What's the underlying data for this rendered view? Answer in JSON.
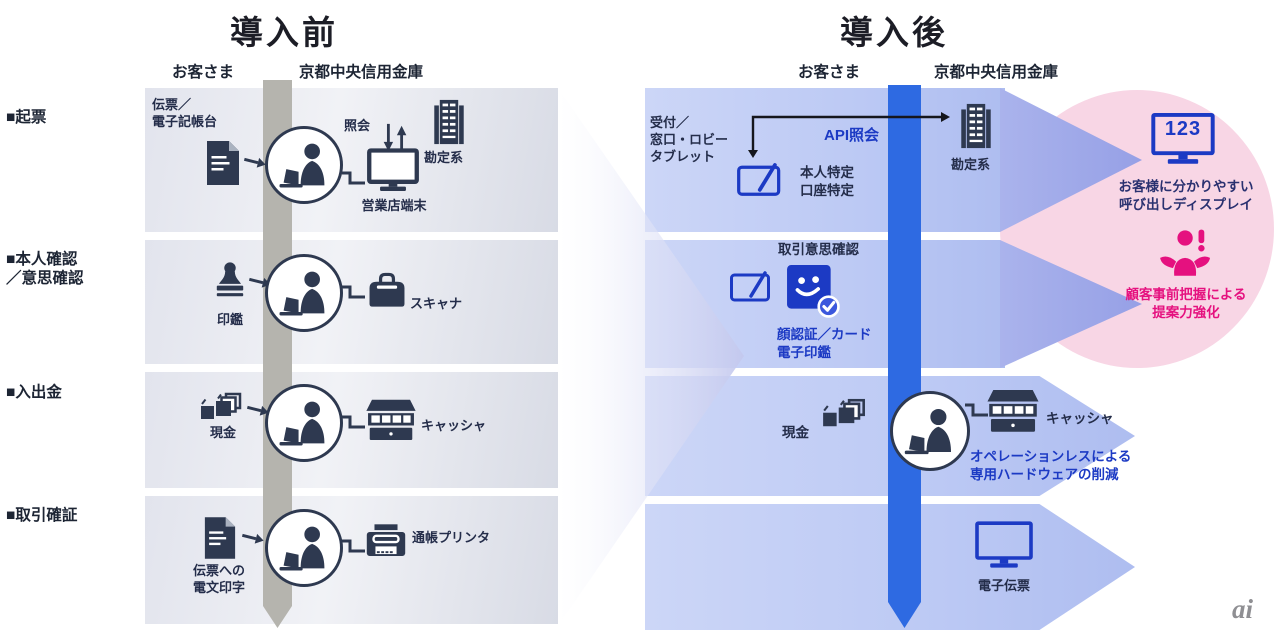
{
  "colors": {
    "navy": "#2e3950",
    "text-navy": "#242d4a",
    "blue": "#1c3ac4",
    "magenta": "#e5117f",
    "pink": "#f8d6e5",
    "gray-bar": "#b5b4ae",
    "blue-bar": "#2e6ae2",
    "title": "#1c1d26",
    "disp-navy": "#2a3170"
  },
  "categories": {
    "c1": "■起票",
    "c2_line1": "■本人確認",
    "c2_line2": "／意思確認",
    "c3": "■入出金",
    "c4": "■取引確証"
  },
  "before": {
    "title": "導入前",
    "customer_header": "お客さま",
    "bank_header": "京都中央信用金庫",
    "row1": {
      "item_line1": "伝票／",
      "item_line2": "電子記帳台",
      "inquiry_label": "照会",
      "core_system_label": "勘定系",
      "terminal_label": "営業店端末"
    },
    "row2": {
      "item_label": "印鑑",
      "device_label": "スキャナ"
    },
    "row3": {
      "item_label": "現金",
      "device_label": "キャッシャ"
    },
    "row4": {
      "item_line1": "伝票への",
      "item_line2": "電文印字",
      "device_label": "通帳プリンタ"
    }
  },
  "after": {
    "title": "導入後",
    "customer_header": "お客さま",
    "bank_header": "京都中央信用金庫",
    "row1": {
      "item_line1": "受付／",
      "item_line2": "窓口・ロビー",
      "item_line3": "タブレット",
      "api_label": "API照会",
      "identify_line1": "本人特定",
      "identify_line2": "口座特定",
      "core_system_label": "勘定系"
    },
    "row2": {
      "title": "取引意思確認",
      "caption_line1": "顔認証／カード",
      "caption_line2": "電子印鑑"
    },
    "row3": {
      "item_label": "現金",
      "device_label": "キャッシャ",
      "benefit_line1": "オペレーションレスによる",
      "benefit_line2": "専用ハードウェアの削減"
    },
    "row4": {
      "device_label": "電子伝票"
    },
    "highlight_display": {
      "screen_text": "123",
      "caption_line1": "お客様に分かりやすい",
      "caption_line2": "呼び出しディスプレイ"
    },
    "highlight_proposal": {
      "caption_line1": "顧客事前把握による",
      "caption_line2": "提案力強化"
    }
  },
  "footer": {
    "watermark": "ai"
  }
}
